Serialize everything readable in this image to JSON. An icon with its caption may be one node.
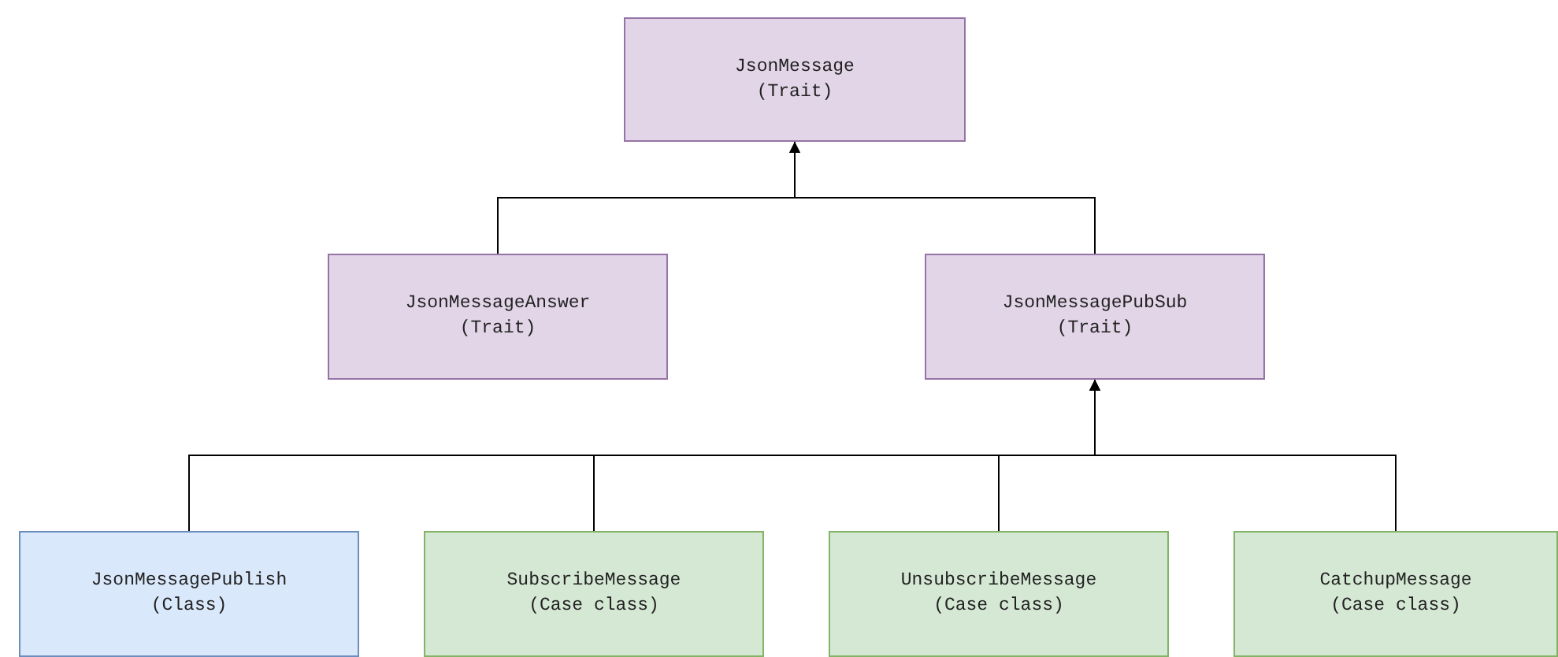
{
  "diagram": {
    "nodes": [
      {
        "text": [
          "JsonMessage",
          "(Trait)"
        ]
      },
      {
        "text": [
          "JsonMessageAnswer",
          "(Trait)"
        ]
      },
      {
        "text": [
          "JsonMessagePubSub",
          "(Trait)"
        ]
      },
      {
        "text": [
          "JsonMessagePublish",
          "(Class)"
        ]
      },
      {
        "text": [
          "SubscribeMessage",
          "(Case class)"
        ]
      },
      {
        "text": [
          "UnsubscribeMessage",
          "(Case class)"
        ]
      },
      {
        "text": [
          "CatchupMessage",
          "(Case class)"
        ]
      }
    ],
    "edges": [
      {
        "from": 1,
        "to": 0,
        "arrow": "to"
      },
      {
        "from": 2,
        "to": 0,
        "arrow": "to"
      },
      {
        "from": 3,
        "to": 2,
        "arrow": "to"
      },
      {
        "from": 4,
        "to": 2,
        "arrow": "to"
      },
      {
        "from": 5,
        "to": 2,
        "arrow": "to"
      },
      {
        "from": 6,
        "to": 2,
        "arrow": "to"
      }
    ]
  }
}
